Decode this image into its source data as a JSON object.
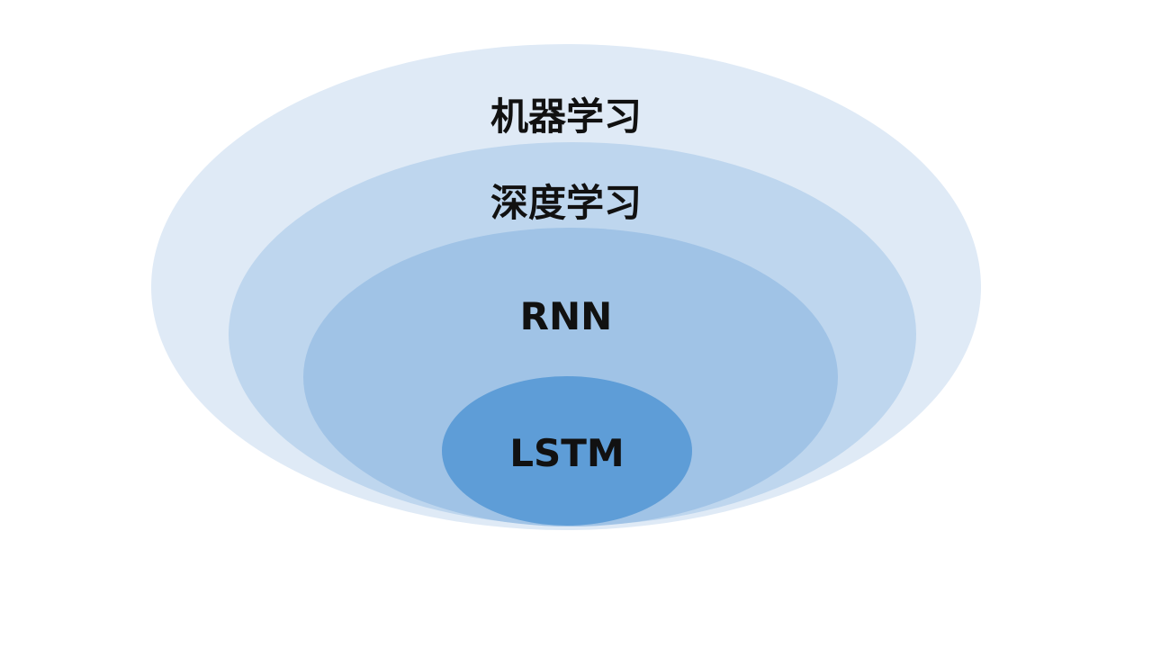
{
  "diagram": {
    "type": "nested-sets",
    "layers": [
      {
        "label": "机器学习",
        "color": "#dfeaf6"
      },
      {
        "label": "深度学习",
        "color": "#bed6ee"
      },
      {
        "label": "RNN",
        "color": "#a0c3e6"
      },
      {
        "label": "LSTM",
        "color": "#5e9dd7"
      }
    ]
  }
}
